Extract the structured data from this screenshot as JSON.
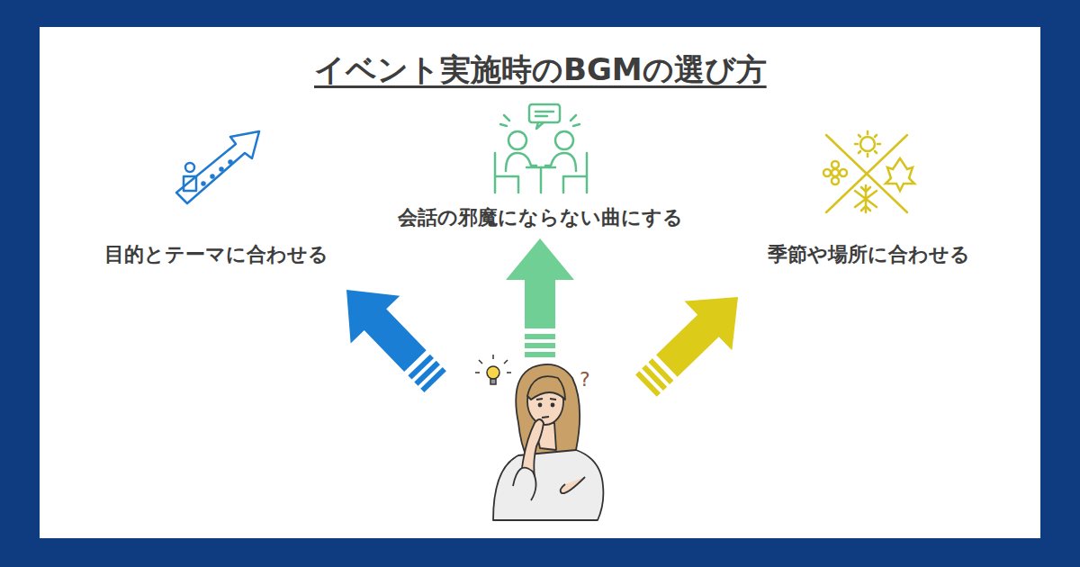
{
  "diagram": {
    "title": "イベント実施時のBGMの選び方",
    "labels": [
      "目的とテーマに合わせる",
      "会話の邪魔にならない曲にする",
      "季節や場所に合わせる",
      "?"
    ]
  }
}
